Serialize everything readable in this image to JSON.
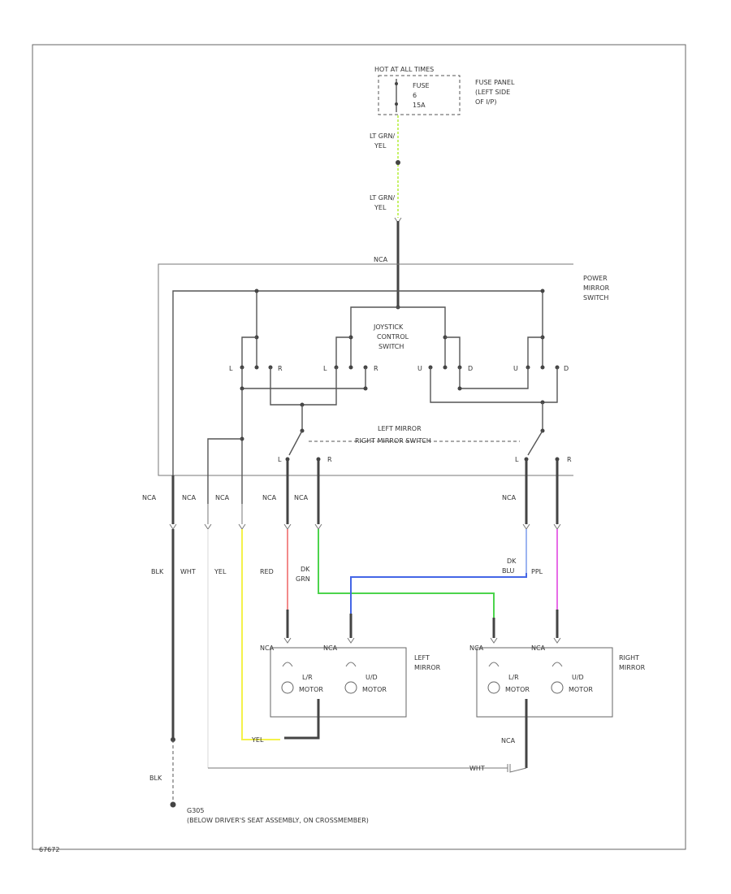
{
  "fuse": {
    "hot_label": "HOT AT ALL TIMES",
    "name": "FUSE",
    "number": "6",
    "rating": "15A",
    "location": [
      "FUSE PANEL",
      "(LEFT SIDE",
      "OF I/P)"
    ]
  },
  "feed": {
    "upper_color": [
      "LT GRN/",
      "YEL"
    ],
    "lower_color": [
      "LT GRN/",
      "YEL"
    ],
    "ncа": "NCA"
  },
  "switch": {
    "title": [
      "POWER",
      "MIRROR",
      "SWITCH"
    ],
    "joystick": [
      "JOYSTICK",
      "CONTROL",
      "SWITCH"
    ],
    "selector": [
      "LEFT MIRROR",
      "RIGHT MIRROR SWITCH"
    ],
    "terminals": [
      "L",
      "R",
      "L",
      "R",
      "U",
      "D",
      "U",
      "D"
    ],
    "selector_terminals": [
      "L",
      "R",
      "L",
      "R"
    ]
  },
  "wires": {
    "nca": "NCA",
    "blk": "BLK",
    "wht": "WHT",
    "yel": "YEL",
    "red": "RED",
    "dk_grn": [
      "DK",
      "GRN"
    ],
    "dk_blu": [
      "DK",
      "BLU"
    ],
    "ppl": "PPL",
    "yel_bottom": "YEL",
    "wht_bottom": "WHT",
    "blk_bottom": "BLK"
  },
  "left_mirror": {
    "label": [
      "LEFT",
      "MIRROR"
    ],
    "conn_a": "NCA",
    "conn_b": "NCA",
    "motor_lr": [
      "L/R",
      "MOTOR"
    ],
    "motor_ud": [
      "U/D",
      "MOTOR"
    ]
  },
  "right_mirror": {
    "label": [
      "RIGHT",
      "MIRROR"
    ],
    "conn_a": "NCA",
    "conn_b": "NCA",
    "motor_lr": [
      "L/R",
      "MOTOR"
    ],
    "motor_ud": [
      "U/D",
      "MOTOR"
    ],
    "ground_nca": "NCA"
  },
  "ground": {
    "id": "G305",
    "description": "(BELOW DRIVER'S SEAT ASSEMBLY, ON CROSSMEMBER)"
  },
  "footer_code": "67672",
  "colors": {
    "lt_grn_yel": "#c7f26a",
    "yel": "#f4f24a",
    "red": "#f28a8a",
    "dk_grn": "#4cd44c",
    "dk_blu": "#4466e6",
    "lt_blu": "#9cb4f0",
    "ppl": "#e76ce7",
    "blk": "#333333",
    "wht": "#cccccc"
  }
}
